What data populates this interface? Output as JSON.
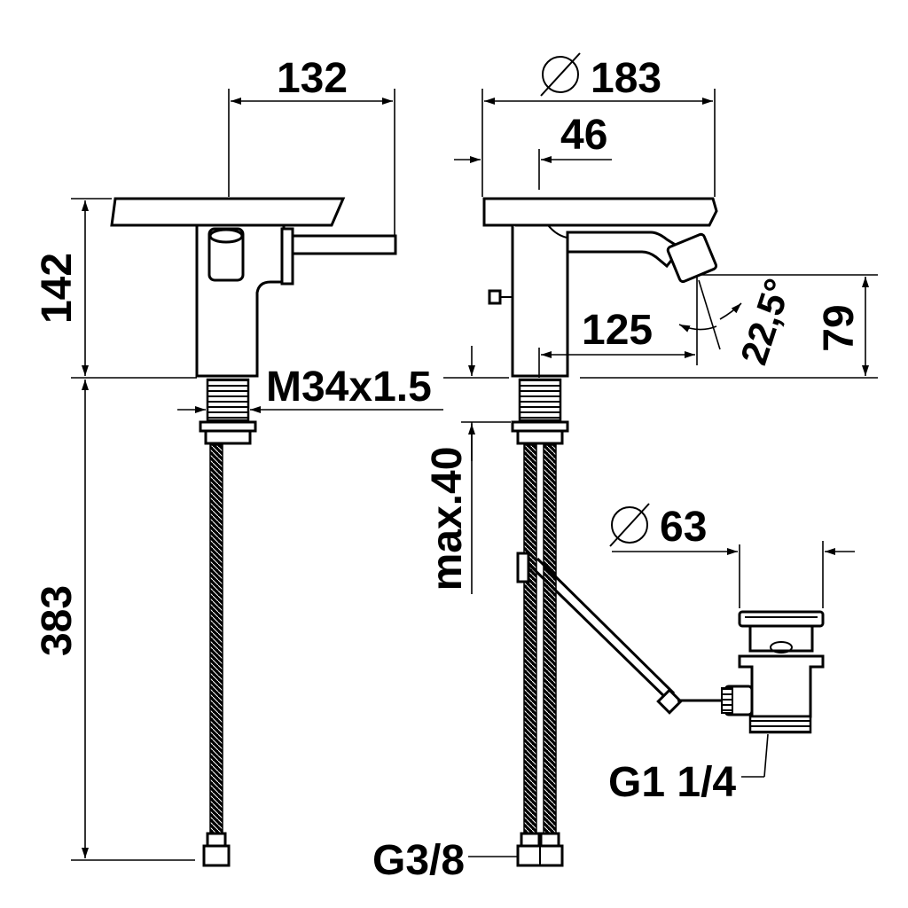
{
  "dimensions": {
    "width_132": "132",
    "height_142": "142",
    "thread": "M34x1.5",
    "hose_383": "383",
    "diameter_183": "183",
    "offset_46": "46",
    "reach_125": "125",
    "angle": "22,5°",
    "height_79": "79",
    "max_40": "max.40",
    "diameter_63": "63",
    "waste_thread": "G1 1/4",
    "supply_thread": "G3/8"
  }
}
